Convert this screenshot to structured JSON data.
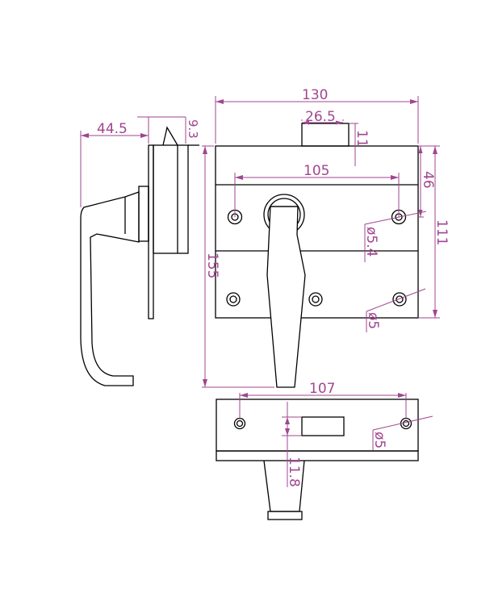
{
  "dimensions": {
    "overall_width": "130",
    "latch_width": "26.5",
    "latch_height": "11",
    "hole_spacing_top": "105",
    "top_offset": "46",
    "body_height": "111",
    "hole_dia_top": "ø5.4",
    "hole_dia_bottom": "ø5",
    "total_height": "155",
    "side_depth": "44.5",
    "side_flange": "9.3",
    "bottom_hole_spacing": "107",
    "bottom_hole_dia": "ø5",
    "bottom_offset": "11.8"
  },
  "colors": {
    "line": "#000000",
    "dimension": "#a0468f",
    "background": "#ffffff"
  }
}
